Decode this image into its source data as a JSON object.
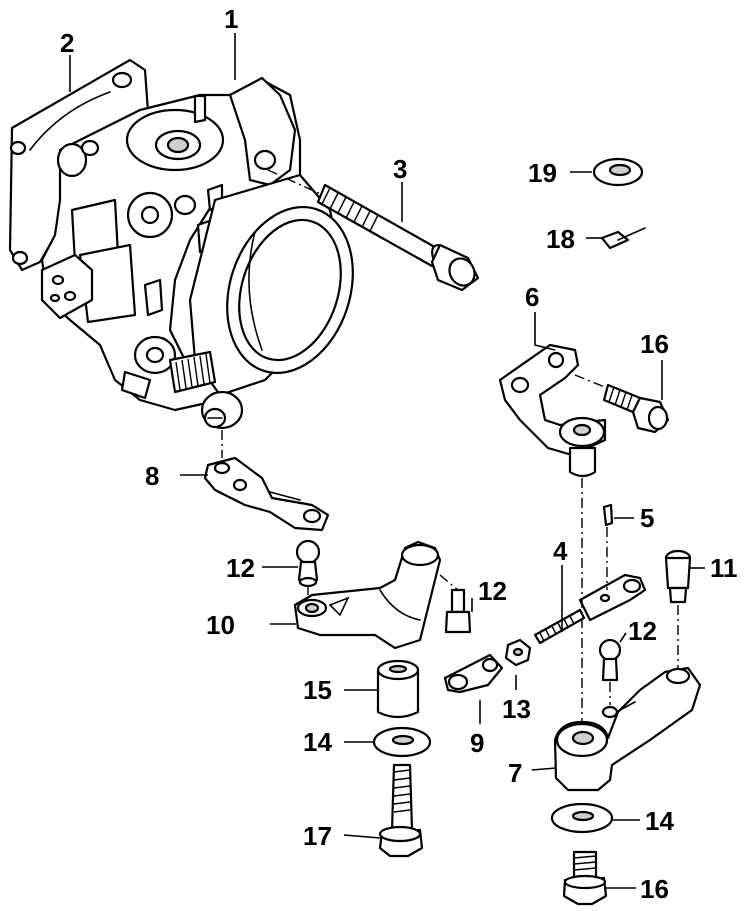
{
  "labels": {
    "l1": "1",
    "l2": "2",
    "l3": "3",
    "l4": "4",
    "l5": "5",
    "l6": "6",
    "l7": "7",
    "l8": "8",
    "l9": "9",
    "l10": "10",
    "l11": "11",
    "l12a": "12",
    "l12b": "12",
    "l12c": "12",
    "l13": "13",
    "l14a": "14",
    "l14b": "14",
    "l15": "15",
    "l16a": "16",
    "l16b": "16",
    "l17": "17",
    "l18": "18",
    "l19": "19"
  },
  "colors": {
    "line": "#000000",
    "background": "#ffffff",
    "shade": "#cfcfcf"
  }
}
